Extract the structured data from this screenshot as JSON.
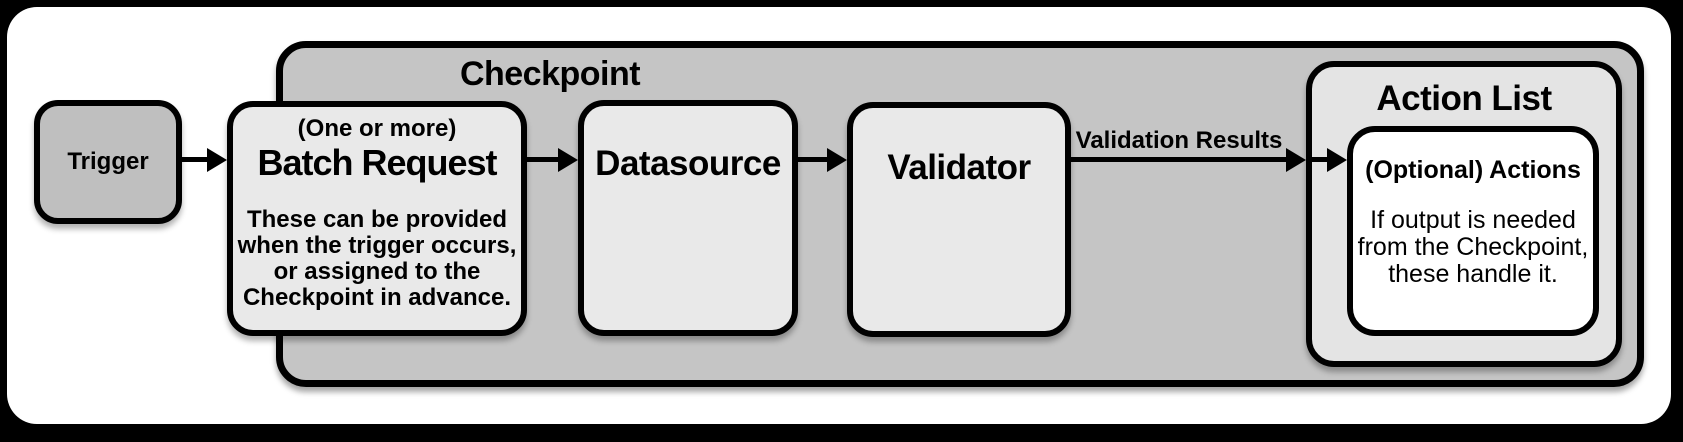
{
  "background": "#000000",
  "card_color": "#ffffff",
  "colors": {
    "checkpoint_fill": "#c5c5c5",
    "trigger_fill": "#bfbfbf",
    "node_fill": "#e9e9e9",
    "action_list_fill": "#e4e4e4",
    "optional_actions_fill": "#ffffff",
    "border": "#000000",
    "text": "#000000"
  },
  "trigger": {
    "label": "Trigger"
  },
  "checkpoint": {
    "title": "Checkpoint"
  },
  "batch_request": {
    "qualifier": "(One or more)",
    "title": "Batch Request",
    "description": "These can be provided\nwhen the trigger occurs,\nor assigned to the\nCheckpoint in advance."
  },
  "datasource": {
    "title": "Datasource"
  },
  "validator": {
    "title": "Validator"
  },
  "edges": {
    "validation_results_label": "Validation Results"
  },
  "action_list": {
    "title": "Action List",
    "optional_actions": {
      "title": "(Optional) Actions",
      "description": "If output is needed\nfrom the Checkpoint,\nthese handle it."
    }
  }
}
